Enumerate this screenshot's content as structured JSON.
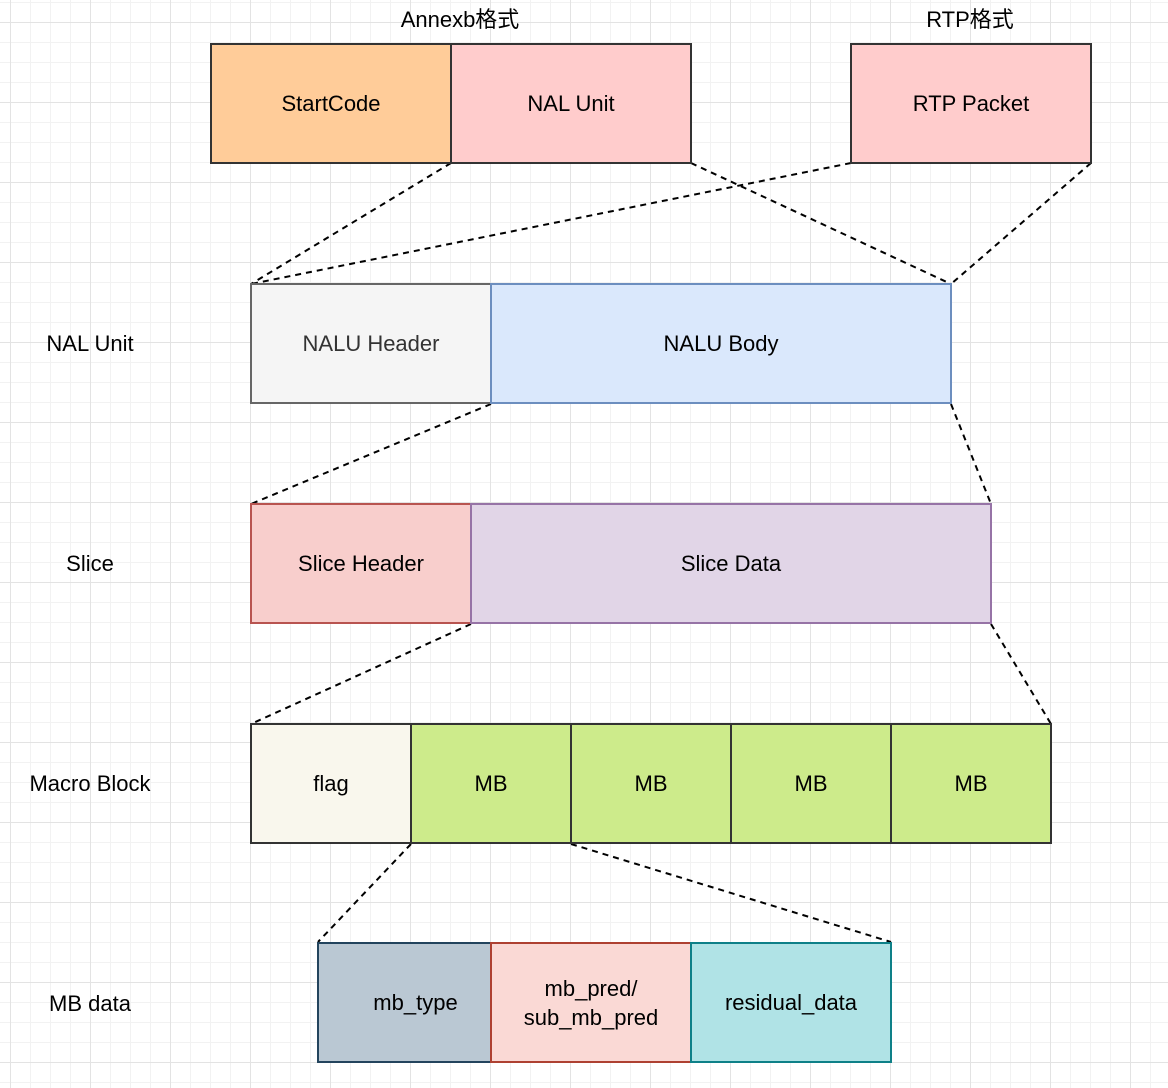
{
  "headings": {
    "annexb": "Annexb格式",
    "rtp": "RTP格式"
  },
  "row_labels": {
    "nal_unit": "NAL Unit",
    "slice": "Slice",
    "macro_block": "Macro Block",
    "mb_data": "MB data"
  },
  "annexb_row": {
    "start_code": "StartCode",
    "nal_unit": "NAL Unit"
  },
  "rtp_row": {
    "rtp_packet": "RTP Packet"
  },
  "nal_row": {
    "header": "NALU Header",
    "body": "NALU Body"
  },
  "slice_row": {
    "header": "Slice Header",
    "data": "Slice Data"
  },
  "macro_block_row": {
    "flag": "flag",
    "mb": [
      "MB",
      "MB",
      "MB",
      "MB"
    ]
  },
  "mb_data_row": {
    "mb_type": "mb_type",
    "mb_pred_line1": "mb_pred/",
    "mb_pred_line2": "sub_mb_pred",
    "residual_data": "residual_data"
  },
  "colors": {
    "start_code": "#ffcc99",
    "pink": "#ffcccc",
    "nalu_header": "#f5f5f5",
    "nalu_body": "#dae8fc",
    "slice_header": "#f8cecc",
    "slice_data": "#e1d5e7",
    "flag": "#f9f7ed",
    "mb": "#cdeb8b",
    "mb_type": "#bac8d3",
    "mb_pred": "#fad9d5",
    "residual": "#b0e3e6"
  }
}
